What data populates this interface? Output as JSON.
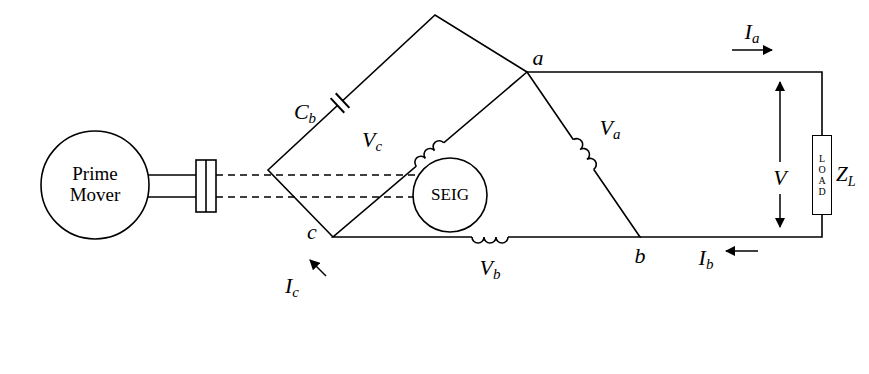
{
  "diagram": {
    "nodes": [
      {
        "text": [
          "Prime Mover"
        ]
      },
      {
        "text": [
          "SEIG"
        ]
      },
      {
        "text": [
          "LOAD",
          "ZL"
        ]
      }
    ],
    "edges": [
      {
        "from": 0,
        "to": 1,
        "arrow": "none"
      }
    ],
    "labels": [
      "Ia",
      "a",
      "Cb",
      "Vc",
      "Va",
      "V",
      "c",
      "Ic",
      "b",
      "Ib",
      "Vb"
    ]
  }
}
